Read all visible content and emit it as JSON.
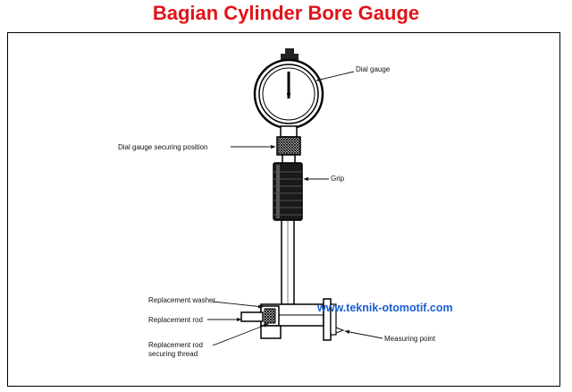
{
  "title": "Bagian Cylinder Bore Gauge",
  "colors": {
    "title": "#e0131a",
    "watermark": "#1a5fd0",
    "ink": "#111111"
  },
  "labels": {
    "dial_gauge": "Dial gauge",
    "securing_position": "Dial gauge securing position",
    "grip": "Grip",
    "replacement_washer": "Replacement washer",
    "replacement_rod": "Replacement rod",
    "rod_thread_line1": "Replacement rod",
    "rod_thread_line2": "securing thread",
    "measuring_point": "Measuring point"
  },
  "watermark": "www.teknik-otomotif.com"
}
